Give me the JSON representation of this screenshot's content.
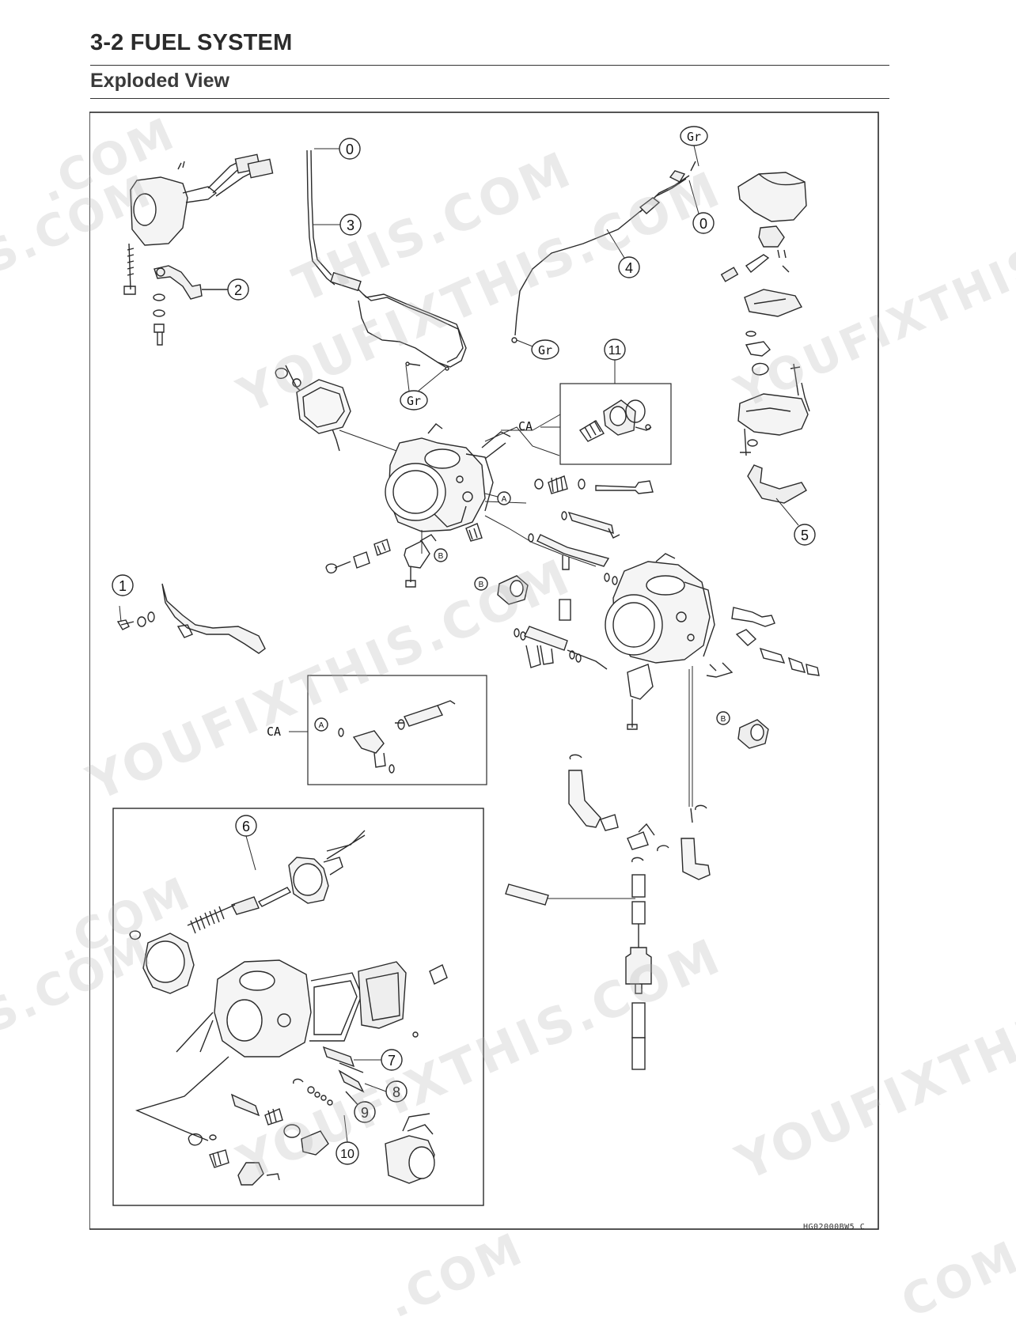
{
  "header": {
    "section_title": "3-2 FUEL SYSTEM",
    "subtitle": "Exploded View"
  },
  "diagram": {
    "callouts": [
      "0",
      "3",
      "2",
      "0",
      "4",
      "5",
      "11",
      "1",
      "6",
      "7",
      "8",
      "9",
      "10"
    ],
    "color_labels": [
      "Gr",
      "Gr",
      "Gr"
    ],
    "reference_letters": [
      "A",
      "B",
      "B",
      "A",
      "B"
    ],
    "ca_labels": [
      "CA",
      "CA"
    ],
    "figure_code": "HG02000BW5 C"
  },
  "watermark": {
    "text": "YOUFIXTHIS.COM",
    "fragments": [
      ".COM",
      "S.COM",
      "THIS.COM",
      "YOUFIXTHIS.COM",
      "YOUFIXTHIS.COM",
      "YOUFIXTHIS.COM",
      ".COM",
      "S.COM",
      "YOUFIXTHIS",
      "YOUFIXTHIS.COM",
      ".COM",
      "COM"
    ]
  },
  "colors": {
    "line": "#2a2a2a",
    "title": "#2b2b2b",
    "watermark": "#b4b4b4"
  }
}
